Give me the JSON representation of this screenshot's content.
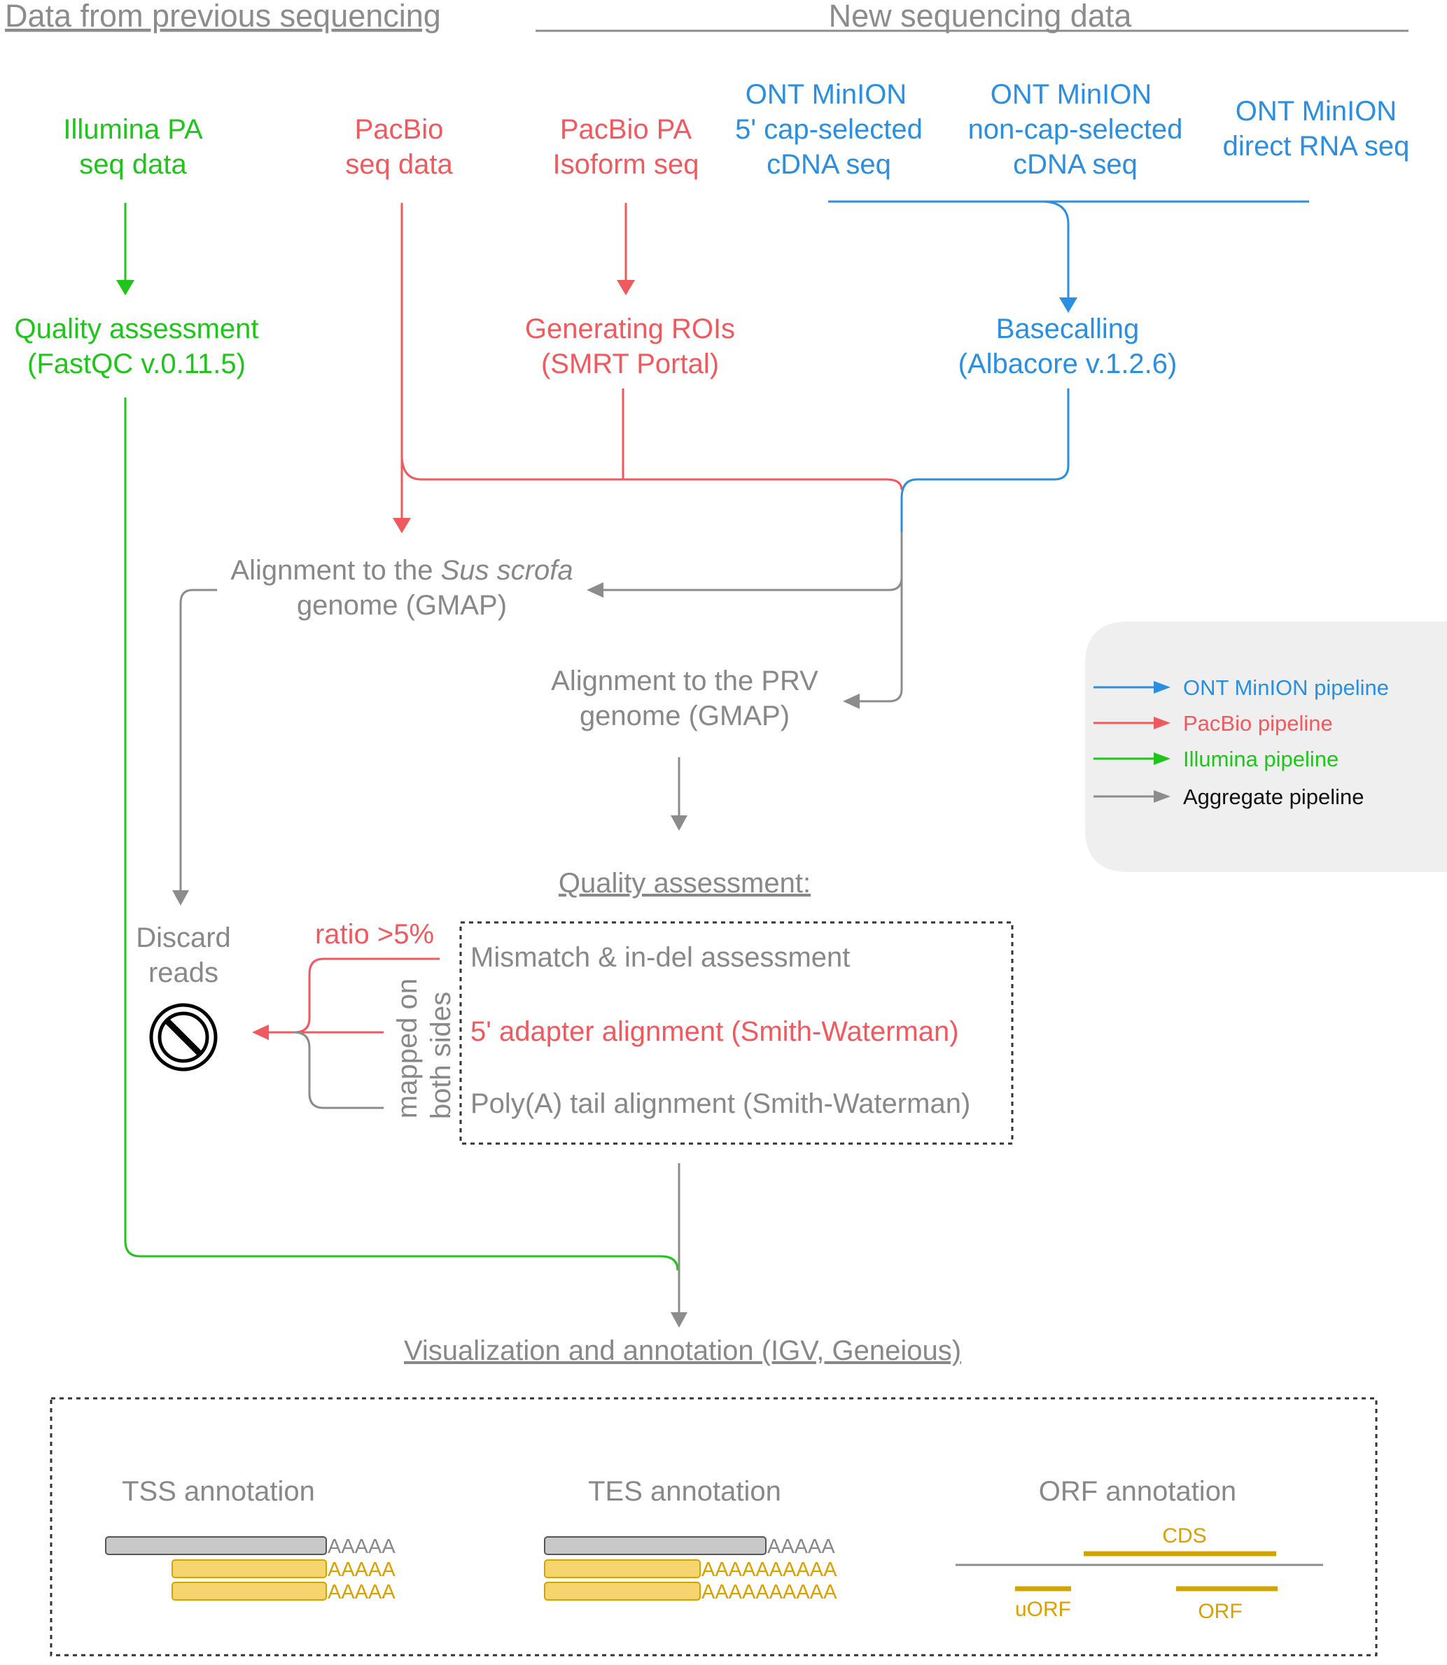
{
  "colors": {
    "ont": "#2a8fe0",
    "pacbio": "#f05a5f",
    "illumina": "#1fc51a",
    "aggregate": "#8c8c8c",
    "gray_text": "#888888",
    "orange": "#d9a000",
    "legend_bg": "#efefef"
  },
  "headers": {
    "previous": "Data from previous sequencing",
    "new": "New sequencing data"
  },
  "sources": {
    "illumina": [
      "Illumina PA",
      "seq data"
    ],
    "pacbio": [
      "PacBio",
      "seq data"
    ],
    "pacbio_iso": [
      "PacBio PA",
      "Isoform seq"
    ],
    "ont_cap": [
      "ONT MinION",
      "5' cap-selected",
      "cDNA seq"
    ],
    "ont_noncap": [
      "ONT MinION",
      "non-cap-selected",
      "cDNA seq"
    ],
    "ont_rna": [
      "ONT MinION",
      "direct RNA seq"
    ]
  },
  "steps": {
    "qa_illumina": [
      "Quality assessment",
      "(FastQC v.0.11.5)"
    ],
    "rois": [
      "Generating ROIs",
      "(SMRT Portal)"
    ],
    "basecalling": [
      "Basecalling",
      "(Albacore v.1.2.6)"
    ],
    "align_sus_prefix": "Alignment to the ",
    "align_sus_species": "Sus scrofa",
    "align_sus_line2": "genome (GMAP)",
    "align_prv": [
      "Alignment to the PRV",
      "genome (GMAP)"
    ],
    "qa_title": "Quality assessment:",
    "mismatch": "Mismatch & in-del assessment",
    "adapter": "5' adapter alignment (Smith-Waterman)",
    "polya": "Poly(A) tail alignment (Smith-Waterman)",
    "ratio": "ratio >5%",
    "mapped": [
      "mapped on",
      "both sides"
    ],
    "discard": [
      "Discard",
      "reads"
    ],
    "visualization": "Visualization and annotation (IGV, Geneious)"
  },
  "legend": [
    {
      "label": "ONT MinION pipeline",
      "color": "#2a8fe0"
    },
    {
      "label": "PacBio pipeline",
      "color": "#f05a5f"
    },
    {
      "label": "Illumina pipeline",
      "color": "#1fc51a"
    },
    {
      "label": "Aggregate pipeline",
      "color": "#8c8c8c"
    }
  ],
  "annotations": {
    "tss": {
      "title": "TSS annotation",
      "tails": [
        "AAAAA",
        "AAAAA",
        "AAAAA"
      ]
    },
    "tes": {
      "title": "TES annotation",
      "tails": [
        "AAAAA",
        "AAAAAAAAAA",
        "AAAAAAAAAA"
      ]
    },
    "orf": {
      "title": "ORF annotation",
      "cds": "CDS",
      "uorf": "uORF",
      "orf": "ORF"
    }
  }
}
